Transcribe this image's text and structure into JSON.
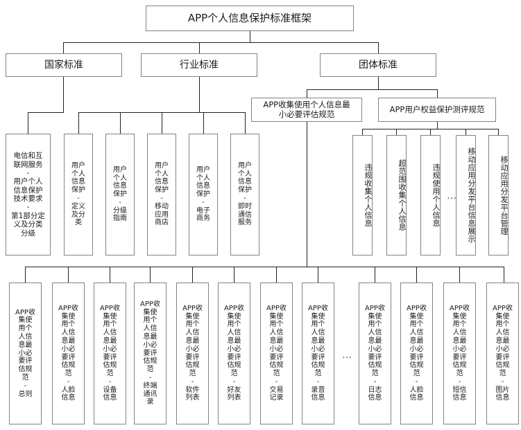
{
  "diagram": {
    "title": "APP个人信息保护标准框架",
    "type": "org-tree",
    "root": {
      "label": "APP个人信息保护标准框架"
    },
    "level2": [
      {
        "id": "national",
        "label": "国家标准"
      },
      {
        "id": "industry",
        "label": "行业标准"
      },
      {
        "id": "group",
        "label": "团体标准"
      }
    ],
    "level3": [
      {
        "id": "min-necessary",
        "label": "APP收集使用个人信息最\n小必要评估规范"
      },
      {
        "id": "rights-eval",
        "label": "APP用户权益保护测评规范"
      }
    ],
    "national_children": [
      {
        "label": "电信和互\n联网服务\n-\n用户个人\n信息保护\n技术要求\n-\n第1部分定\n义及分类\n分级"
      }
    ],
    "industry_children": [
      {
        "label": "用户\n个人\n信息\n保护\n-\n定义\n及分\n类"
      },
      {
        "label": "用户\n个人\n信息\n保护\n-\n分级\n指南"
      },
      {
        "label": "用户\n个人\n信息\n保护\n-\n移动\n应用\n商店"
      },
      {
        "label": "用户\n个人\n信息\n保护\n-\n电子\n商务"
      },
      {
        "label": "用户\n个人\n信息\n保护\n-\n即时\n通信\n服务"
      }
    ],
    "rights_eval_children": [
      {
        "label": "违规收集个人信息"
      },
      {
        "label": "超范围收集个人信息"
      },
      {
        "label": "违规使用个人信息"
      },
      {
        "label": "…",
        "is_ellipsis": true
      },
      {
        "label": "移动应用分发平台信息展示"
      },
      {
        "label": "移动应用分发平台管理"
      }
    ],
    "min_necessary_children": [
      {
        "label": "APP收\n集使\n用个\n人信\n息最\n小必\n要评\n估规\n范\n-\n总则"
      },
      {
        "label": "APP收\n集使\n用个\n人信\n息最\n小必\n要评\n估规\n范\n-\n人脸\n信息"
      },
      {
        "label": "APP收\n集使\n用个\n人信\n息最\n小必\n要评\n估规\n范\n-\n设备\n信息"
      },
      {
        "label": "APP收\n集使\n用个\n人信\n息最\n小必\n要评\n估规\n范\n-\n终端\n通讯\n录"
      },
      {
        "label": "APP收\n集使\n用个\n人信\n息最\n小必\n要评\n估规\n范\n-\n软件\n列表"
      },
      {
        "label": "APP收\n集使\n用个\n人信\n息最\n小必\n要评\n估规\n范\n-\n好友\n列表"
      },
      {
        "label": "APP收\n集使\n用个\n人信\n息最\n小必\n要评\n估规\n范\n-\n交易\n记录"
      },
      {
        "label": "APP收\n集使\n用个\n人信\n息最\n小必\n要评\n估规\n范\n-\n录音\n信息"
      },
      {
        "label": "…",
        "is_ellipsis": true
      },
      {
        "label": "APP收\n集使\n用个\n人信\n息最\n小必\n要评\n估规\n范\n-\n日志\n信息"
      },
      {
        "label": "APP收\n集使\n用个\n人信\n息最\n小必\n要评\n估规\n范\n-\n人脸\n信息"
      },
      {
        "label": "APP收\n集使\n用个\n人信\n息最\n小必\n要评\n估规\n范\n-\n短信\n信息"
      },
      {
        "label": "APP收\n集使\n用个\n人信\n息最\n小必\n要评\n估规\n范\n-\n图片\n信息"
      }
    ],
    "colors": {
      "box_border": "#808285",
      "connector": "#231f20",
      "text": "#1a1a1a",
      "background": "#ffffff"
    }
  }
}
